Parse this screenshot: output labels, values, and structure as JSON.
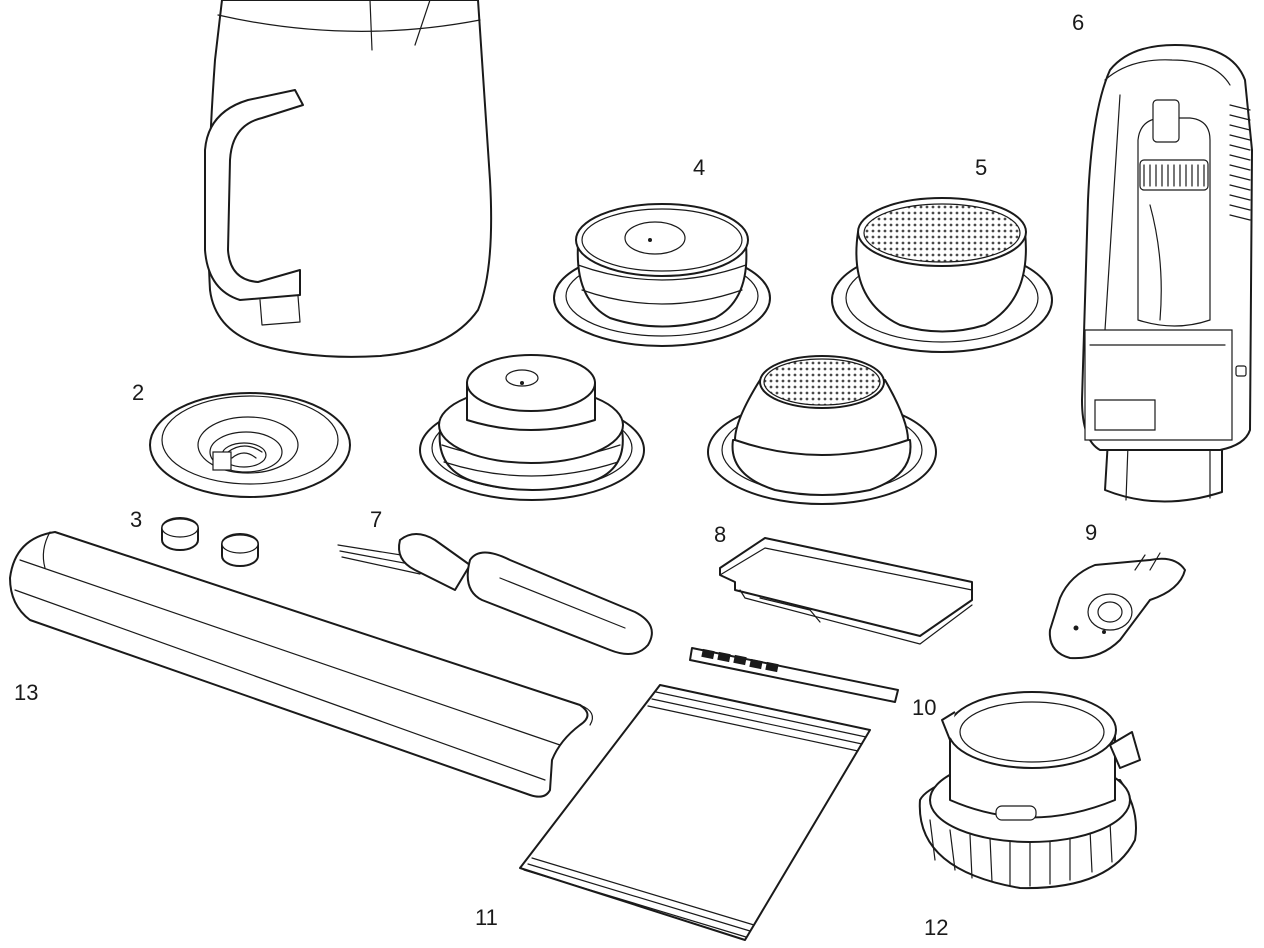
{
  "labels": {
    "l2": "2",
    "l3": "3",
    "l4": "4",
    "l5": "5",
    "l6": "6",
    "l7": "7",
    "l8": "8",
    "l9": "9",
    "l10": "10",
    "l11": "11",
    "l12": "12",
    "l13": "13"
  },
  "colors": {
    "line": "#1a1a1a",
    "background": "#ffffff",
    "mesh": "#d9d9d9"
  }
}
